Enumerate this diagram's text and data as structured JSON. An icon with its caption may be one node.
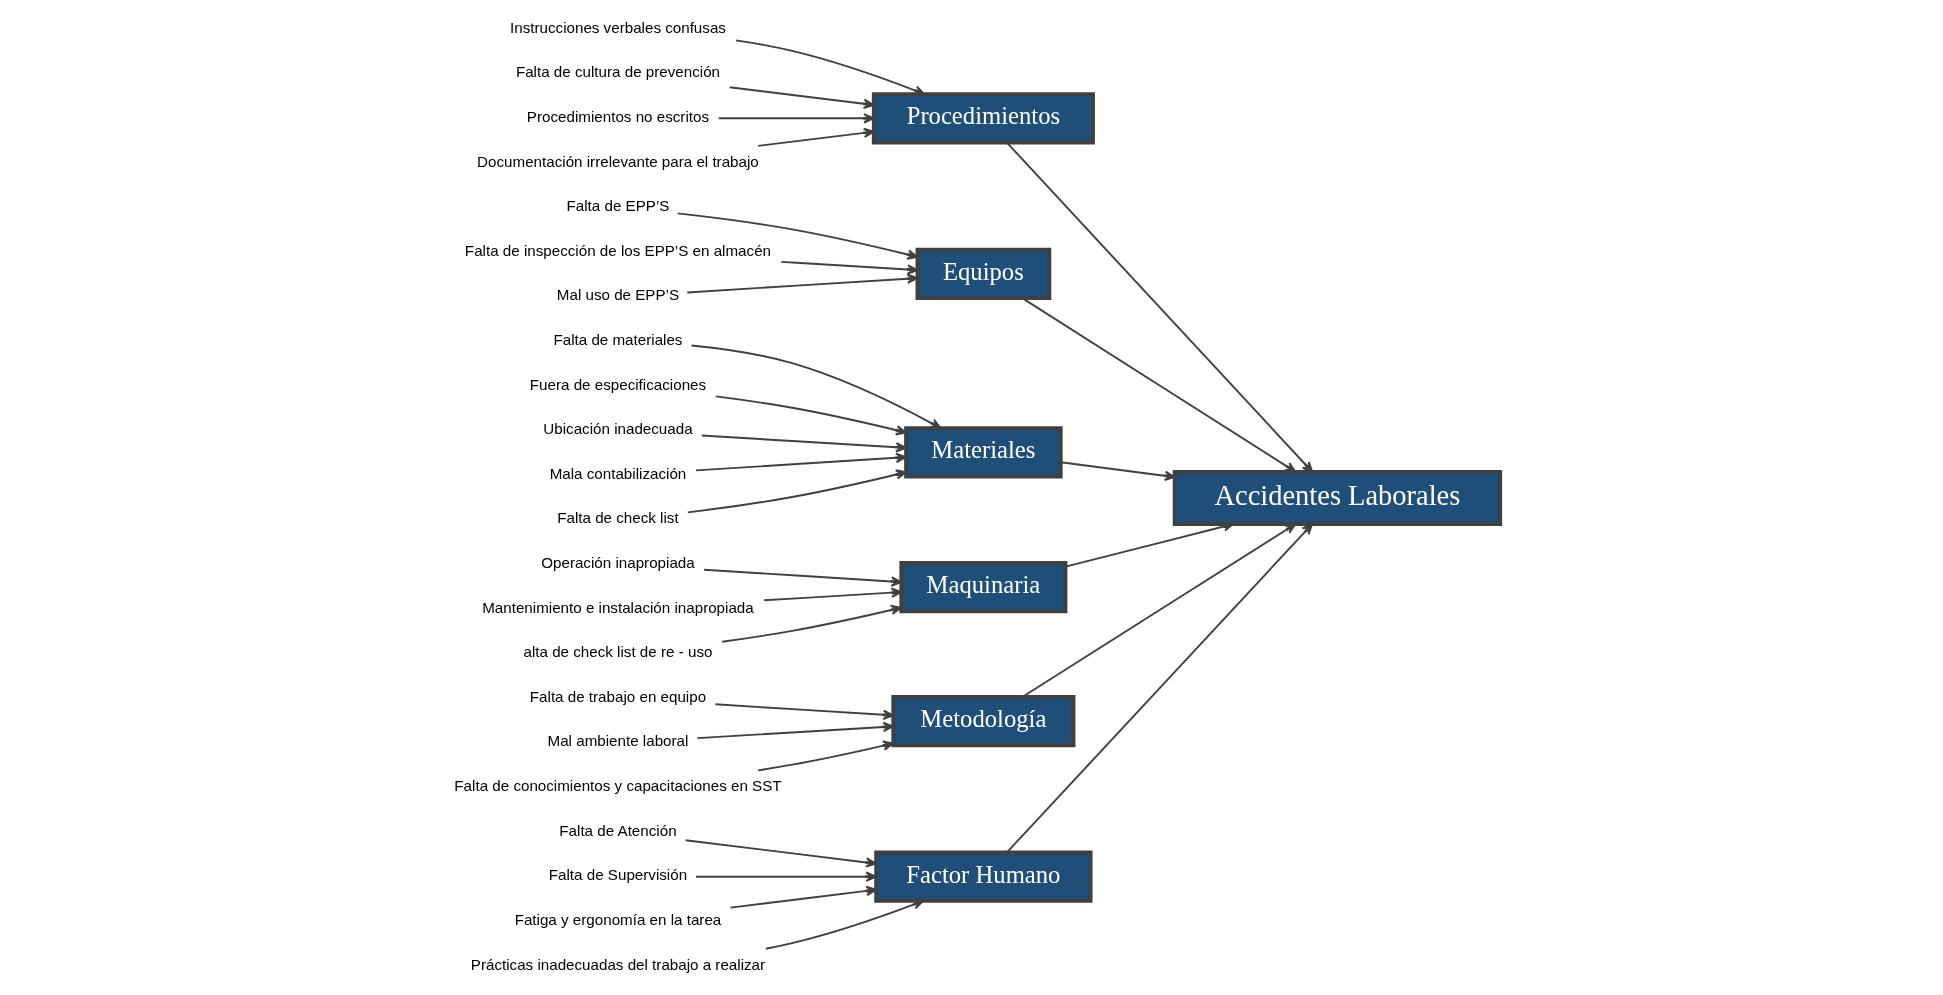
{
  "diagram": {
    "nodes": [
      {
        "text": [
          "Factor Humano"
        ]
      },
      {
        "text": [
          "Procedimientos"
        ]
      },
      {
        "text": [
          "Equipos"
        ]
      },
      {
        "text": [
          "Falta de Atención"
        ]
      },
      {
        "text": [
          "Falta de Supervisión"
        ]
      },
      {
        "text": [
          "Fatiga y ergonomía en la tarea"
        ]
      },
      {
        "text": [
          "Prácticas inadecuadas del trabajo a realizar"
        ]
      },
      {
        "text": [
          "Instrucciones verbales confusas"
        ]
      },
      {
        "text": [
          "Falta de cultura de prevención"
        ]
      },
      {
        "text": [
          "Procedimientos no escritos"
        ]
      },
      {
        "text": [
          "Documentación irrelevante para el trabajo"
        ]
      },
      {
        "text": [
          "Falta de EPP’S"
        ]
      },
      {
        "text": [
          "Falta de inspección de los EPP’S en almacén"
        ]
      },
      {
        "text": [
          "Mal uso de EPP’S"
        ]
      },
      {
        "text": [
          "Accidentes Laborales"
        ]
      },
      {
        "text": [
          "Falta de materiales"
        ]
      },
      {
        "text": [
          "Fuera de especificaciones"
        ]
      },
      {
        "text": [
          "Ubicación inadecuada"
        ]
      },
      {
        "text": [
          "Mala contabilización"
        ]
      },
      {
        "text": [
          "Falta de check list"
        ]
      },
      {
        "text": [
          "Operación inapropiada"
        ]
      },
      {
        "text": [
          "Mantenimiento e instalación inapropiada"
        ]
      },
      {
        "text": [
          "alta de check list de re - uso"
        ]
      },
      {
        "text": [
          "Falta de trabajo en equipo"
        ]
      },
      {
        "text": [
          "Mal ambiente laboral"
        ]
      },
      {
        "text": [
          "Falta de conocimientos y capacitaciones en SST"
        ]
      },
      {
        "text": [
          "Materiales"
        ]
      },
      {
        "text": [
          "Maquinaria"
        ]
      },
      {
        "text": [
          "Metodología"
        ]
      }
    ],
    "edges": [
      {
        "from": 3,
        "to": 0,
        "arrow": "to"
      },
      {
        "from": 4,
        "to": 0,
        "arrow": "to"
      },
      {
        "from": 5,
        "to": 0,
        "arrow": "to"
      },
      {
        "from": 6,
        "to": 0,
        "arrow": "to"
      },
      {
        "from": 7,
        "to": 1,
        "arrow": "to"
      },
      {
        "from": 8,
        "to": 1,
        "arrow": "to"
      },
      {
        "from": 9,
        "to": 1,
        "arrow": "to"
      },
      {
        "from": 10,
        "to": 1,
        "arrow": "to"
      },
      {
        "from": 11,
        "to": 2,
        "arrow": "to"
      },
      {
        "from": 12,
        "to": 2,
        "arrow": "to"
      },
      {
        "from": 13,
        "to": 2,
        "arrow": "to"
      },
      {
        "from": 15,
        "to": 26,
        "arrow": "to"
      },
      {
        "from": 16,
        "to": 26,
        "arrow": "to"
      },
      {
        "from": 17,
        "to": 26,
        "arrow": "to"
      },
      {
        "from": 18,
        "to": 26,
        "arrow": "to"
      },
      {
        "from": 19,
        "to": 26,
        "arrow": "to"
      },
      {
        "from": 20,
        "to": 27,
        "arrow": "to"
      },
      {
        "from": 21,
        "to": 27,
        "arrow": "to"
      },
      {
        "from": 22,
        "to": 27,
        "arrow": "to"
      },
      {
        "from": 23,
        "to": 28,
        "arrow": "to"
      },
      {
        "from": 24,
        "to": 28,
        "arrow": "to"
      },
      {
        "from": 25,
        "to": 28,
        "arrow": "to"
      },
      {
        "from": 0,
        "to": 14,
        "arrow": "to"
      },
      {
        "from": 1,
        "to": 14,
        "arrow": "to"
      },
      {
        "from": 2,
        "to": 14,
        "arrow": "to"
      },
      {
        "from": 26,
        "to": 14,
        "arrow": "to"
      },
      {
        "from": 27,
        "to": 14,
        "arrow": "to"
      },
      {
        "from": 28,
        "to": 14,
        "arrow": "to"
      }
    ]
  }
}
